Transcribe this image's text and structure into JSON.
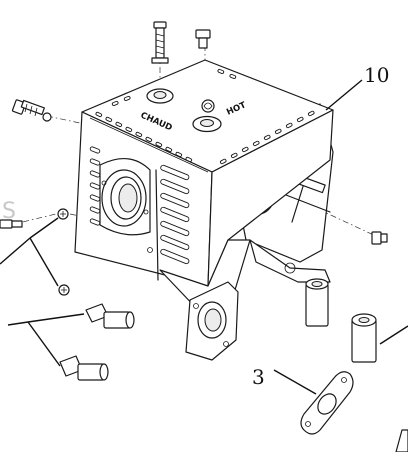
{
  "callouts": {
    "ten": "10",
    "three": "3"
  },
  "embossing": {
    "chaud": "CHAUD",
    "hot": "HOT"
  },
  "watermark": "S",
  "colors": {
    "line": "#1a1a1a",
    "shade": "#ececec",
    "background": "#ffffff"
  }
}
